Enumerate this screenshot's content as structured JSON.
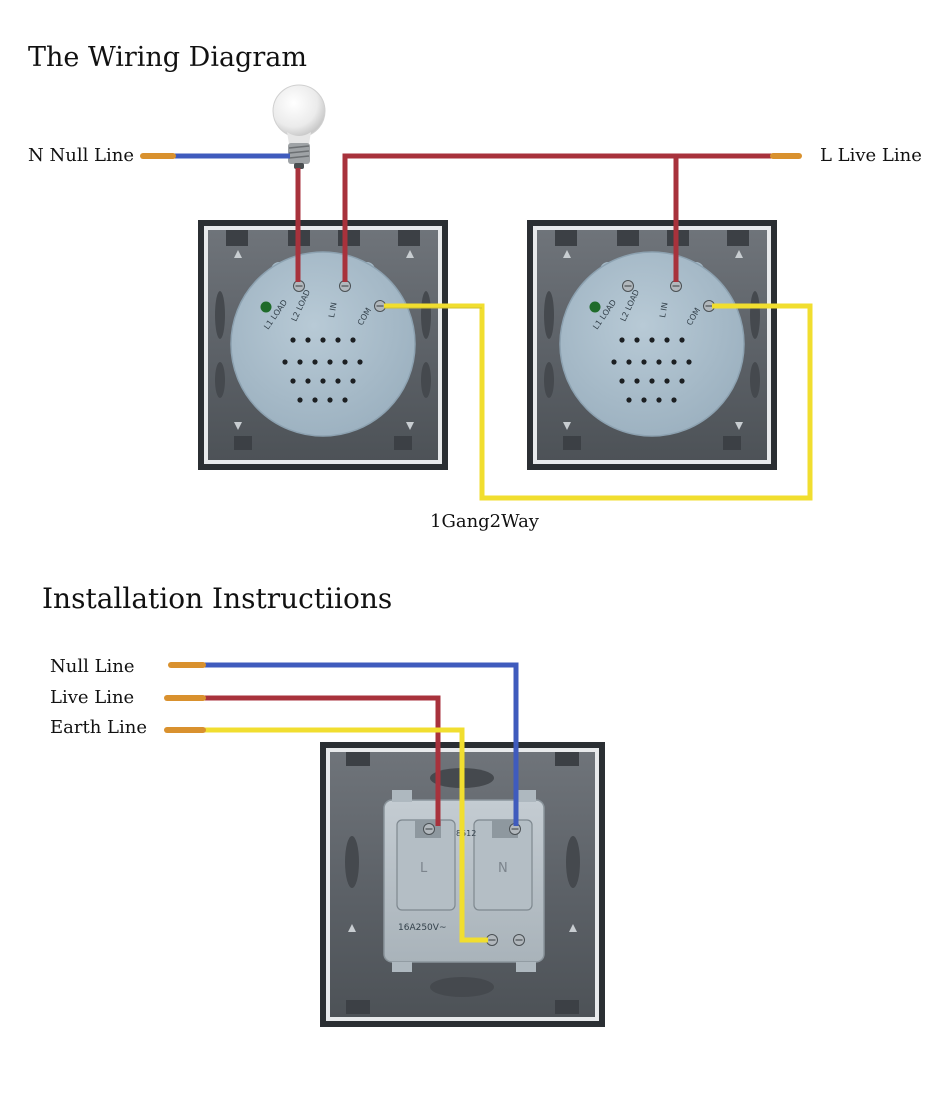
{
  "wiring": {
    "title": "The Wiring Diagram",
    "null_line_label": "N Null Line",
    "live_line_label": "L Live Line",
    "caption": "1Gang2Way",
    "switch_terminals": [
      "L1 LOAD",
      "L2 LOAD",
      "L IN",
      "COM"
    ]
  },
  "installation": {
    "title": "Installation Instructiions",
    "wires": [
      {
        "label": "Null Line",
        "color": "#3f5bbd"
      },
      {
        "label": "Live Line",
        "color": "#a8323c"
      },
      {
        "label": "Earth Line",
        "color": "#f1de2f"
      }
    ],
    "socket_markings": {
      "left": "L",
      "right": "N",
      "rating": "16A250V~",
      "model": "8512"
    }
  },
  "colors": {
    "null_wire": "#3f5bbd",
    "live_wire": "#a8323c",
    "earth_wire": "#f1de2f",
    "frame": "#2b2f33",
    "module": "#a9bcc9"
  }
}
